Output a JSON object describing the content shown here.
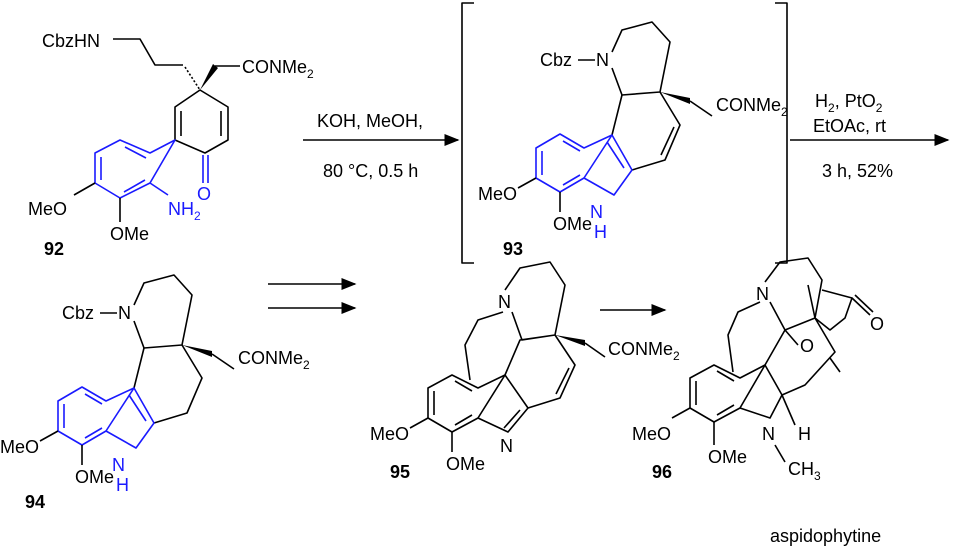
{
  "colors": {
    "bonds": "#000000",
    "highlight": "#1a1aff"
  },
  "compounds": {
    "c92": {
      "label": "92",
      "groups": {
        "cbzhn": "CbzHN",
        "conme": "CONMe",
        "sub2": "2",
        "o": "O",
        "nh": "NH",
        "nh_sub": "2",
        "meo": "MeO",
        "ome": "OMe"
      }
    },
    "c93": {
      "label": "93",
      "groups": {
        "cbz": "Cbz",
        "n": "N",
        "conme": "CONMe",
        "sub2": "2",
        "meo": "MeO",
        "ome": "OMe",
        "nh_n": "N",
        "nh_h": "H"
      }
    },
    "c94": {
      "label": "94",
      "groups": {
        "cbz": "Cbz",
        "n": "N",
        "conme": "CONMe",
        "sub2": "2",
        "meo": "MeO",
        "ome": "OMe",
        "nh_n": "N",
        "nh_h": "H"
      }
    },
    "c95": {
      "label": "95",
      "groups": {
        "n": "N",
        "conme": "CONMe",
        "sub2": "2",
        "meo": "MeO",
        "ome": "OMe",
        "imine_n": "N"
      }
    },
    "c96": {
      "label": "96",
      "name": "aspidophytine",
      "groups": {
        "n": "N",
        "o_ring": "O",
        "o_carbonyl": "O",
        "meo": "MeO",
        "ome": "OMe",
        "n_me": "N",
        "ch": "CH",
        "ch_sub": "3",
        "h": "H"
      }
    }
  },
  "steps": {
    "step1": {
      "line1": "KOH, MeOH,",
      "line2": "80 °C, 0.5 h"
    },
    "step2": {
      "line1a": "H",
      "line1a_sub": "2",
      "line1b": ", PtO",
      "line1b_sub": "2",
      "line2": "EtOAc, rt",
      "line3": "3 h, 52%"
    }
  }
}
